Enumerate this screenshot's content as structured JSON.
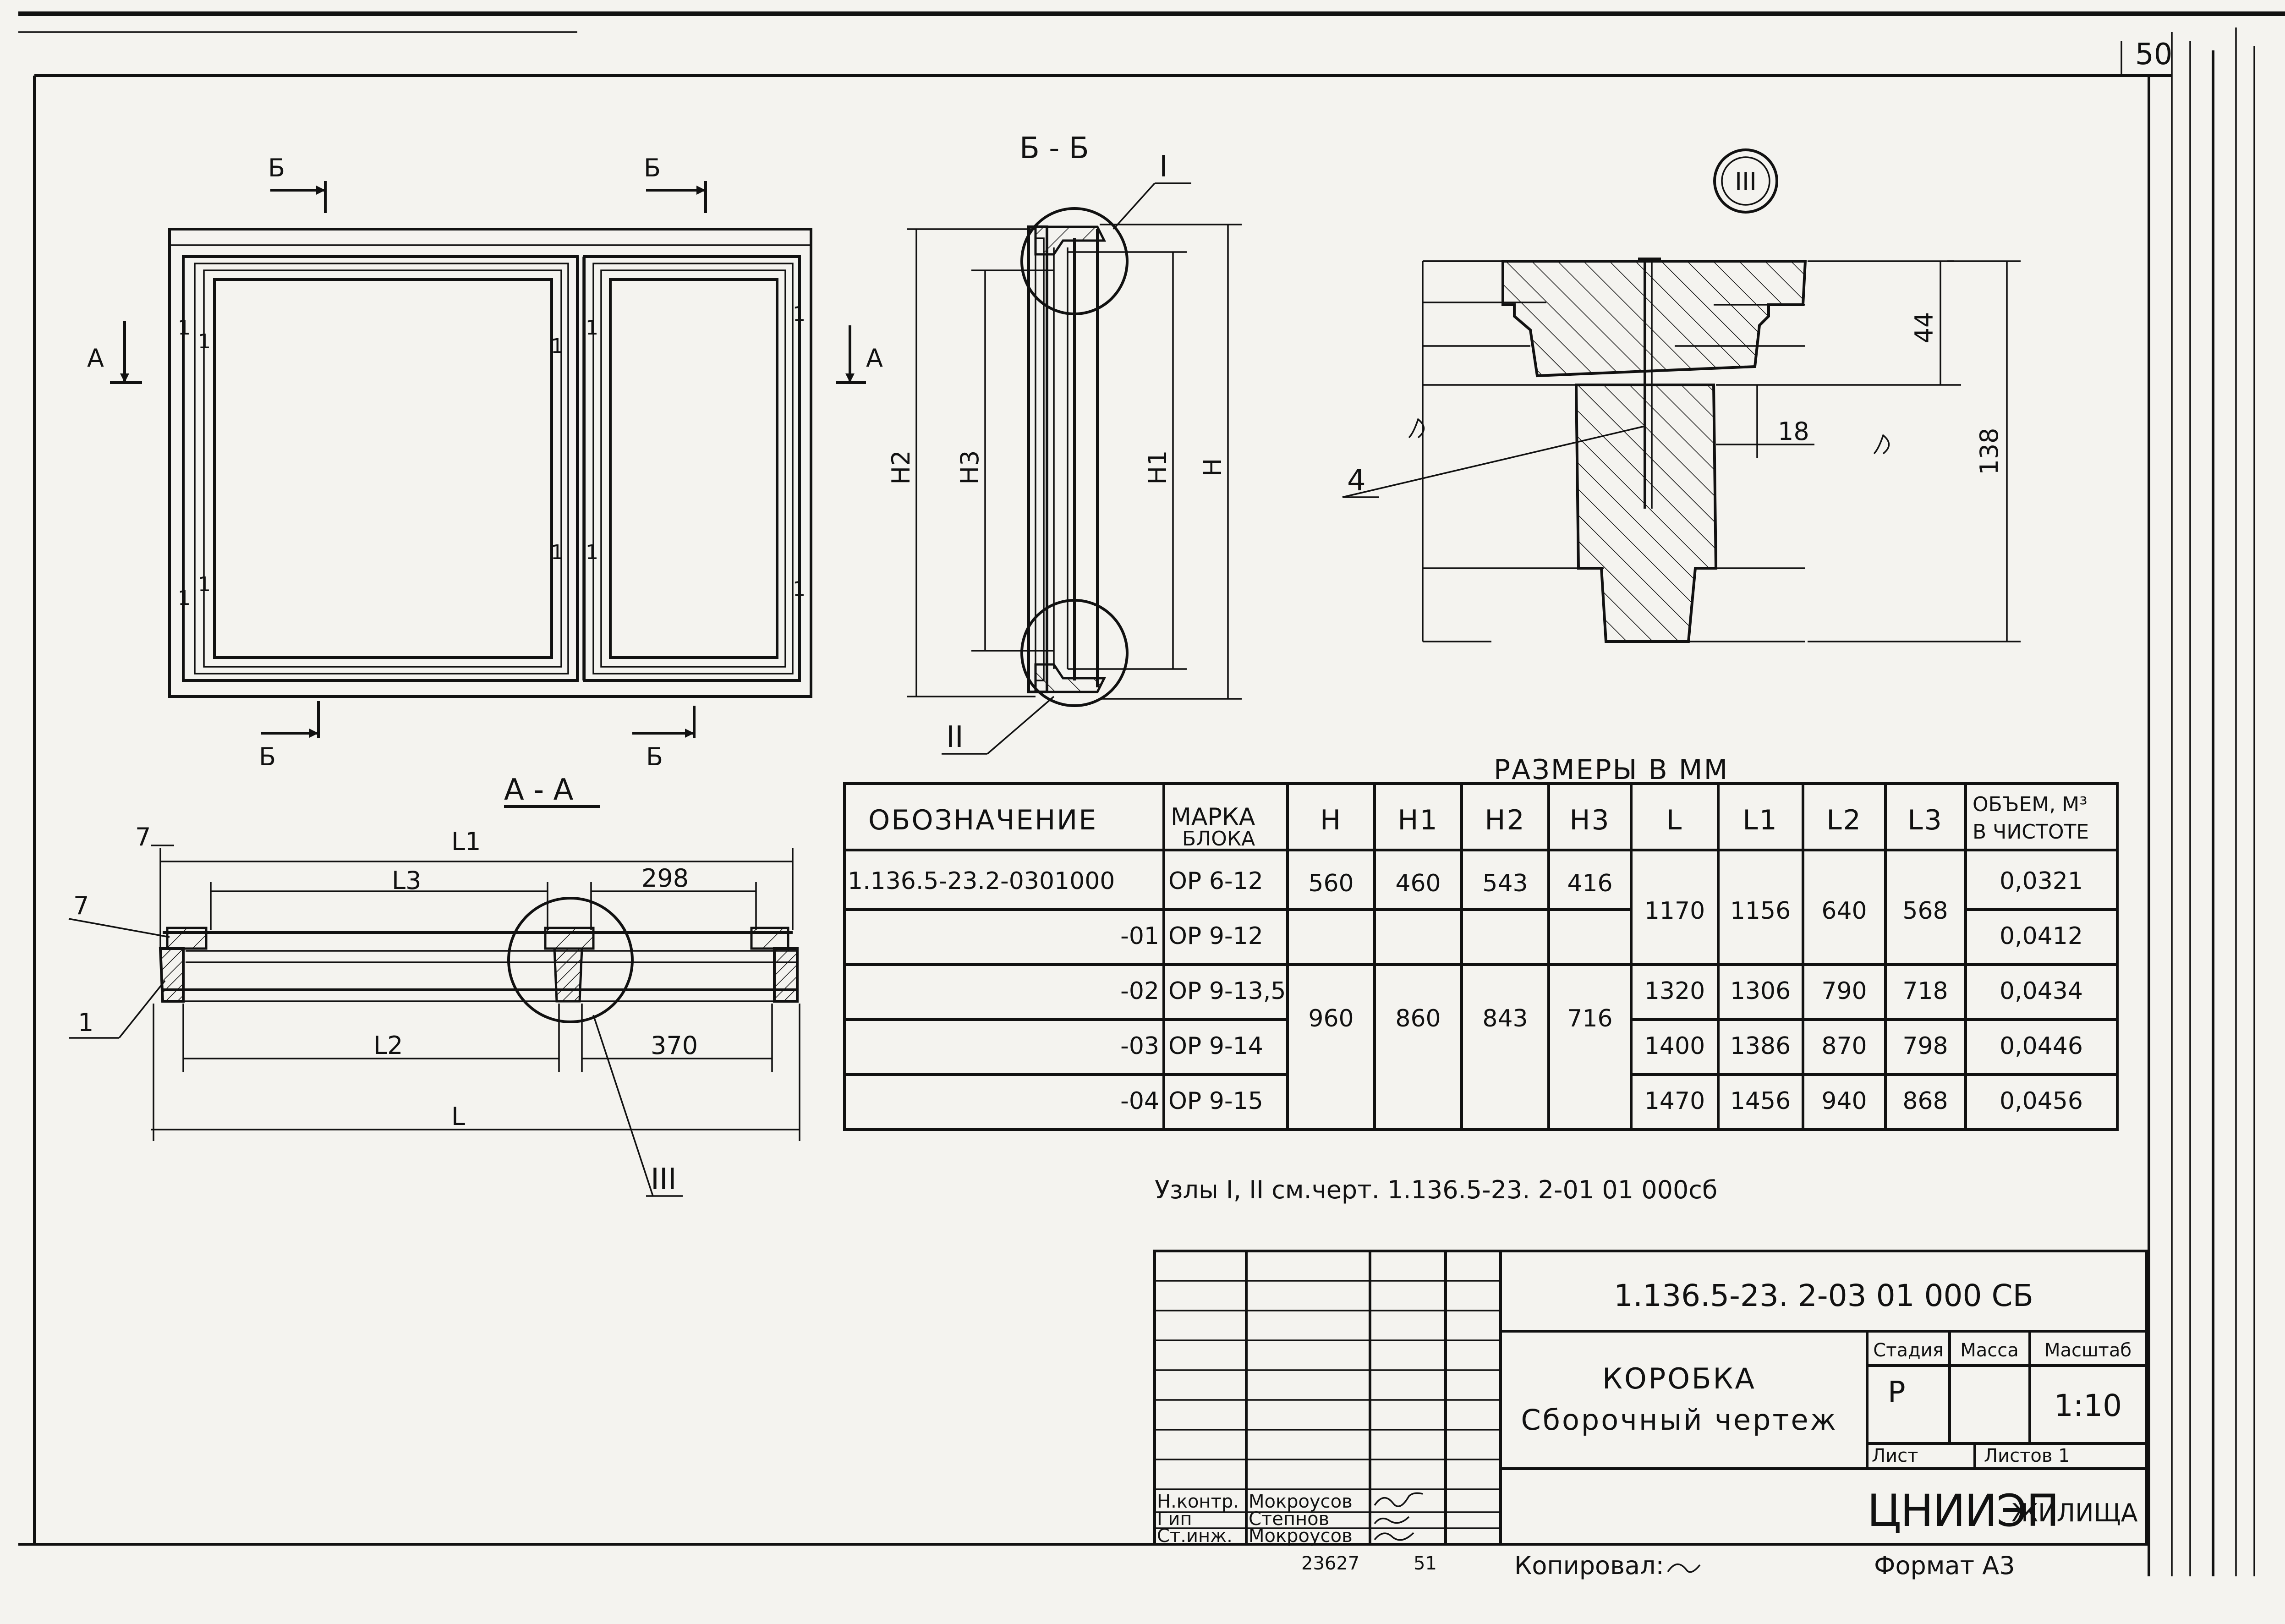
{
  "sheet": {
    "page_number": "50",
    "colors": {
      "paper": "#f4f3ef",
      "ink": "#111111"
    }
  },
  "views": {
    "front": {
      "section_b_marks": [
        "Б",
        "Б",
        "Б",
        "Б"
      ],
      "section_a_marks": [
        "А",
        "А"
      ],
      "glazing_labels": [
        "1",
        "1",
        "1",
        "1",
        "1",
        "1",
        "1",
        "1",
        "1",
        "1"
      ]
    },
    "section_bb": {
      "title": "Б - Б",
      "dims": [
        "H2",
        "H3",
        "H1",
        "H"
      ],
      "node_labels": [
        "I",
        "II"
      ]
    },
    "node_iii": {
      "title": "III",
      "dims": [
        "44",
        "18",
        "138"
      ],
      "callout": "4"
    },
    "section_aa": {
      "title": "А - А",
      "dims": {
        "l1": "L1",
        "l3": "L3",
        "w298": "298",
        "l2": "L2",
        "w370": "370",
        "l": "L",
        "seven": "7"
      },
      "callouts": [
        "7",
        "1"
      ],
      "node": "III"
    }
  },
  "table": {
    "caption": "РАЗМЕРЫ В ММ",
    "headers": [
      "ОБОЗНАЧЕНИЕ",
      "МАРКА",
      "БЛОКА",
      "H",
      "H1",
      "H2",
      "H3",
      "L",
      "L1",
      "L2",
      "L3",
      "ОБЪЕМ, М³",
      "В ЧИСТОТЕ"
    ],
    "rows": [
      {
        "code": "1.136.5-23.2-0301000",
        "mark": "ОР 6-12",
        "volume": "0,0321"
      },
      {
        "code": "-01",
        "mark": "ОР 9-12",
        "volume": "0,0412"
      },
      {
        "code": "-02",
        "mark": "ОР 9-13,5",
        "volume": "0,0434"
      },
      {
        "code": "-03",
        "mark": "ОР 9-14",
        "volume": "0,0446"
      },
      {
        "code": "-04",
        "mark": "ОР 9-15",
        "volume": "0,0456"
      }
    ],
    "merged": {
      "h_row1": "560",
      "h1_row1": "460",
      "h2_row1": "543",
      "h3_row1": "416",
      "h_rest": "960",
      "h1_rest": "860",
      "h2_rest": "843",
      "h3_rest": "716",
      "l_12": "1170",
      "l1_12": "1156",
      "l2_12": "640",
      "l3_12": "568",
      "r3": [
        "1320",
        "1306",
        "790",
        "718"
      ],
      "r4": [
        "1400",
        "1386",
        "870",
        "798"
      ],
      "r5": [
        "1470",
        "1456",
        "940",
        "868"
      ]
    }
  },
  "note": "Узлы I, II см.черт. 1.136.5-23. 2-01 01 000сб",
  "title_block": {
    "doc_code": "1.136.5-23. 2-03 01 000 СБ",
    "name_line1": "КОРОБКА",
    "name_line2": "Сборочный чертеж",
    "stage_label": "Стадия",
    "mass_label": "Масса",
    "scale_label": "Масштаб",
    "stage_value": "Р",
    "scale_value": "1:10",
    "sheet_label": "Лист",
    "sheets_label": "Листов 1",
    "org_main": "ЦНИИЭП",
    "org_suffix": "ЖИЛИЩА",
    "roles": [
      {
        "role": "Н.контр.",
        "name": "Мокроусов"
      },
      {
        "role": "Гип",
        "name": "Степнов"
      },
      {
        "role": "Ст.инж.",
        "name": "Мокроусов"
      }
    ],
    "stamp_number": "23627",
    "stamp_sheet": "51",
    "copied_label": "Копировал:",
    "format_label": "Формат А3"
  }
}
